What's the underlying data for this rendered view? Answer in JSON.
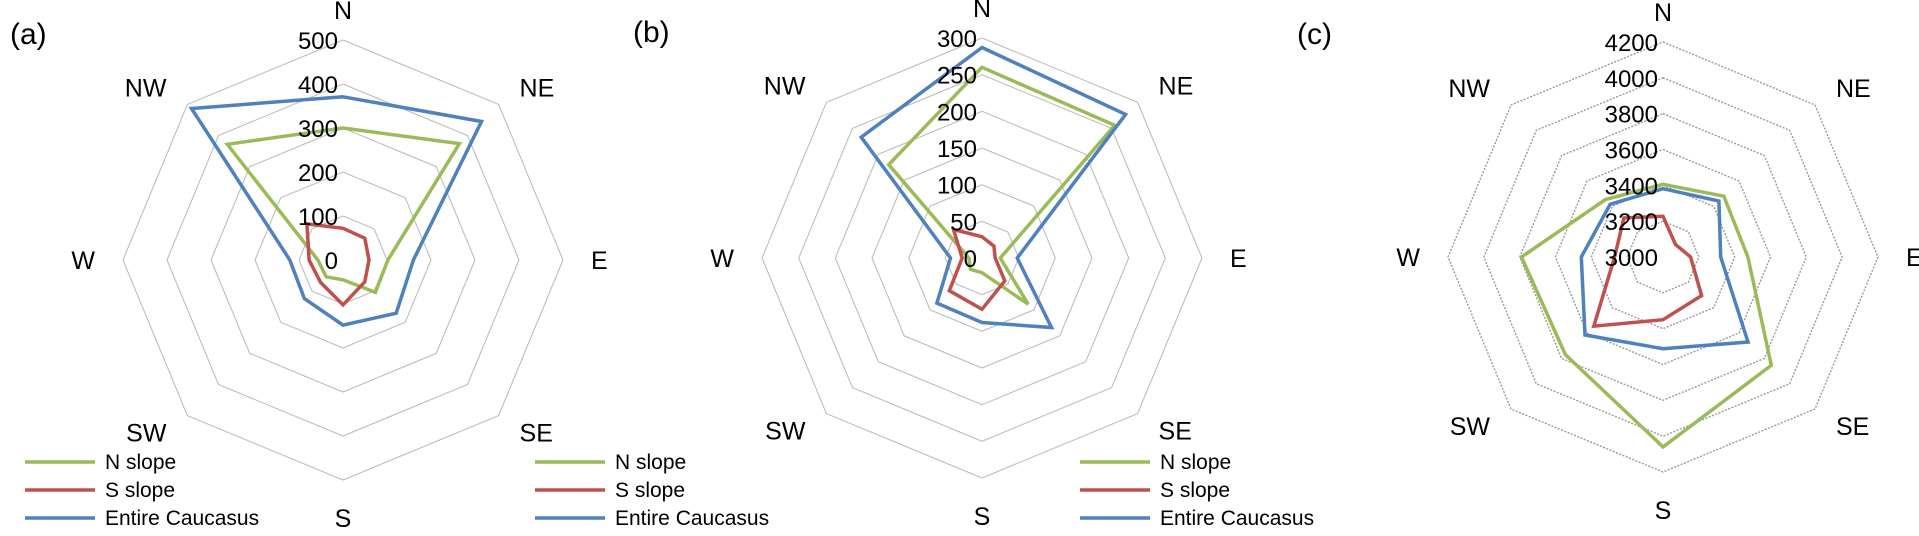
{
  "chart_data": [
    {
      "type": "radar",
      "panel_label": "(a)",
      "categories": [
        "N",
        "NE",
        "E",
        "SE",
        "S",
        "SW",
        "W",
        "NW"
      ],
      "ticks": [
        "0",
        "100",
        "200",
        "300",
        "400",
        "500"
      ],
      "tick_values": [
        0,
        100,
        200,
        300,
        400,
        500
      ],
      "rlim": [
        0,
        500
      ],
      "grid_style": "solid",
      "series": [
        {
          "name": "N slope",
          "color": "#9BBB59",
          "values": [
            300,
            374,
            102,
            104,
            45,
            54,
            57,
            372
          ]
        },
        {
          "name": "S slope",
          "color": "#C0504D",
          "values": [
            72,
            70,
            59,
            70,
            102,
            72,
            77,
            116
          ]
        },
        {
          "name": "Entire Caucasus",
          "color": "#4F81BD",
          "values": [
            371,
            445,
            160,
            171,
            148,
            124,
            121,
            487
          ]
        }
      ],
      "legend": "bottom-left"
    },
    {
      "type": "radar",
      "panel_label": "(b)",
      "categories": [
        "N",
        "NE",
        "E",
        "SE",
        "S",
        "SW",
        "W",
        "NW"
      ],
      "ticks": [
        "0",
        "50",
        "100",
        "150",
        "200",
        "250",
        "300"
      ],
      "tick_values": [
        0,
        50,
        100,
        150,
        200,
        250,
        300
      ],
      "rlim": [
        0,
        300
      ],
      "grid_style": "solid",
      "series": [
        {
          "name": "N slope",
          "color": "#9BBB59",
          "values": [
            260,
            256,
            25,
            89,
            20,
            22,
            18,
            180
          ]
        },
        {
          "name": "S slope",
          "color": "#C0504D",
          "values": [
            29,
            23,
            18,
            44,
            70,
            63,
            27,
            55
          ]
        },
        {
          "name": "Entire Caucasus",
          "color": "#4F81BD",
          "values": [
            287,
            277,
            48,
            134,
            88,
            87,
            43,
            233
          ]
        }
      ],
      "legend": "bottom-left"
    },
    {
      "type": "radar",
      "panel_label": "(c)",
      "categories": [
        "N",
        "NE",
        "E",
        "SE",
        "S",
        "SW",
        "W",
        "NW"
      ],
      "ticks": [
        "3000",
        "3200",
        "3400",
        "3600",
        "3800",
        "4000",
        "4200"
      ],
      "tick_values": [
        3000,
        3200,
        3400,
        3600,
        3800,
        4000,
        4200
      ],
      "rlim": [
        3000,
        4200
      ],
      "grid_style": "dotted",
      "series": [
        {
          "name": "N slope",
          "color": "#9BBB59",
          "values": [
            3406,
            3480,
            3474,
            3855,
            4060,
            3770,
            3790,
            3454
          ]
        },
        {
          "name": "S slope",
          "color": "#C0504D",
          "values": [
            3227,
            3099,
            3154,
            3305,
            3350,
            3546,
            3270,
            3309
          ]
        },
        {
          "name": "Entire Caucasus",
          "color": "#4F81BD",
          "values": [
            3381,
            3441,
            3322,
            3671,
            3512,
            3616,
            3456,
            3417
          ]
        }
      ],
      "legend": "bottom-left"
    }
  ]
}
